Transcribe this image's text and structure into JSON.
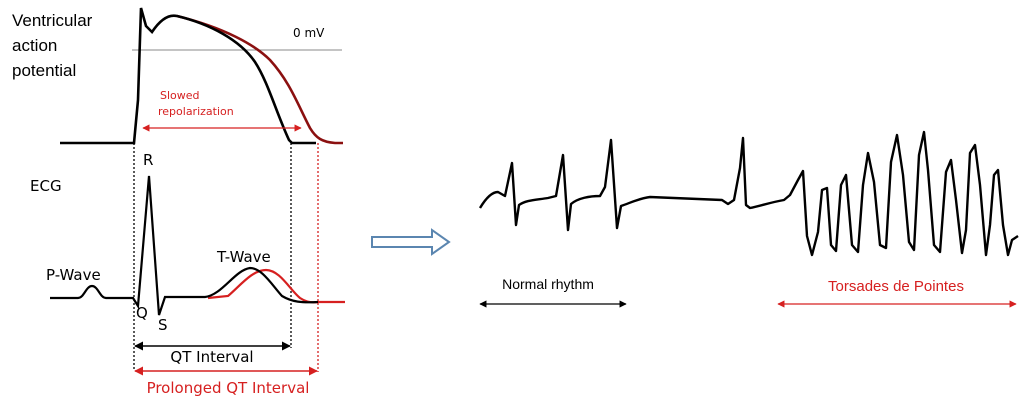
{
  "left_panel": {
    "ap_title_lines": [
      "Ventricular",
      "action",
      "potential"
    ],
    "zero_mv_label": "0 mV",
    "slowed_repol_lines": [
      "Slowed",
      "repolarization"
    ],
    "ecg_label": "ECG",
    "r_label": "R",
    "q_label": "Q",
    "s_label": "S",
    "p_wave_label": "P-Wave",
    "t_wave_label": "T-Wave",
    "qt_label": "QT Interval",
    "prolonged_qt_label": "Prolonged QT Interval"
  },
  "right_panel": {
    "normal_label": "Normal rhythm",
    "torsades_label": "Torsades de Pointes"
  },
  "colors": {
    "black": "#000000",
    "red": "#d62020",
    "dark_red": "#8b1010",
    "gray": "#777777",
    "arrow_blue": "#5b86b0"
  }
}
